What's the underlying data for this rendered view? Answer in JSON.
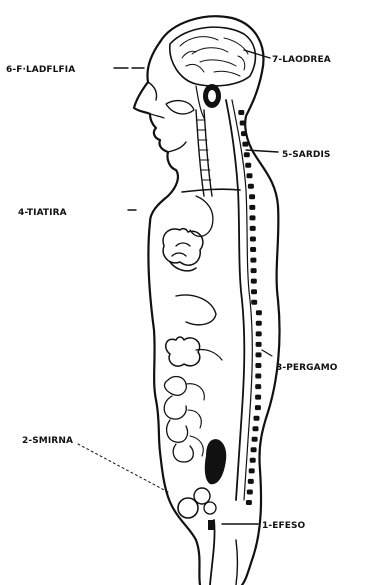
{
  "labels": {
    "filadelfia": "6-F·LADFLFIA",
    "laodicea": "7-LAODREA",
    "sardis": "5-SARDIS",
    "tiatira": "4-TIATIRA",
    "pergamo": "3-PERGAMO",
    "smirna": "2-SMIRNA",
    "efeso": "1-EFESO"
  }
}
